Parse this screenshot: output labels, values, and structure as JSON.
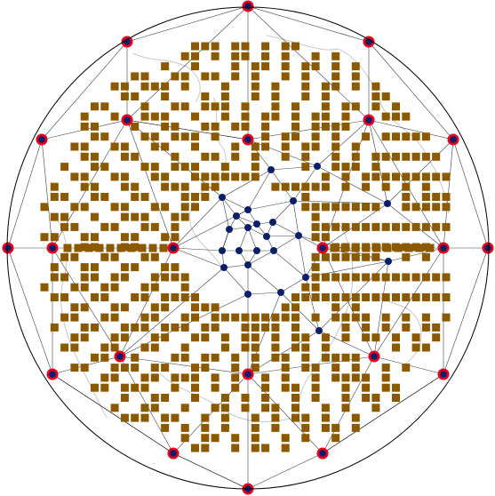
{
  "map": {
    "projection": "orthographic",
    "colors": {
      "background": "#ffffff",
      "outline": "#000000",
      "coastline": "#c8c8c8",
      "triangulation_edge": "#000000",
      "grid_square": "#8b5a00",
      "vertex_ring": "#e8001c",
      "vertex_core": "#0b1e6b",
      "inner_vertex": "#0b1e6b"
    },
    "layers": [
      "coastlines",
      "triangulation-mesh",
      "grid-squares",
      "mesh-vertices"
    ],
    "icons": {
      "grid_square": "filled-square",
      "outer_vertex": "red-ring-blue-dot",
      "inner_vertex": "blue-dot"
    }
  }
}
